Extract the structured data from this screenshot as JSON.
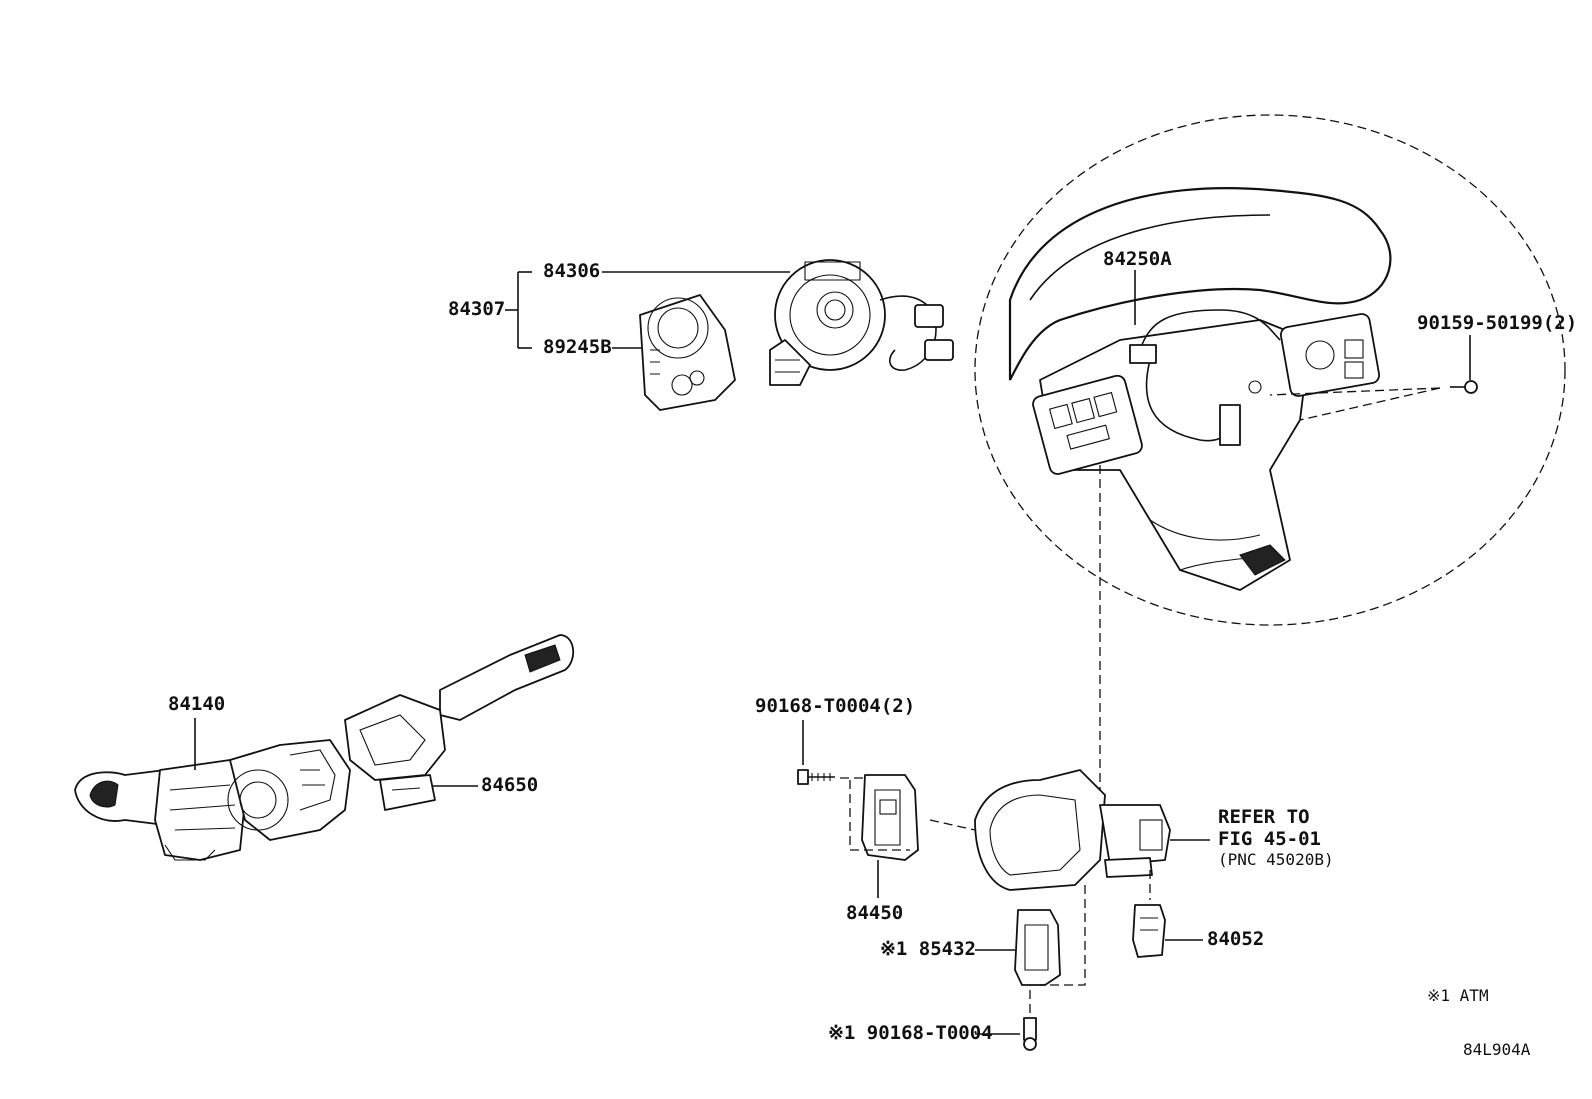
{
  "labels": {
    "p84307": "84307",
    "p84306": "84306",
    "p89245b": "89245B",
    "p84250a": "84250A",
    "p90159": "90159-50199(2)",
    "p84140": "84140",
    "p84650": "84650",
    "p90168_2": "90168-T0004(2)",
    "p84450": "84450",
    "p85432": "※1 85432",
    "p84052": "84052",
    "p90168_1": "※1 90168-T0004",
    "refer1": "REFER TO",
    "refer2": "FIG 45-01",
    "refer3": "(PNC 45020B)",
    "note": "※1 ATM",
    "figure_code": "84L904A"
  }
}
